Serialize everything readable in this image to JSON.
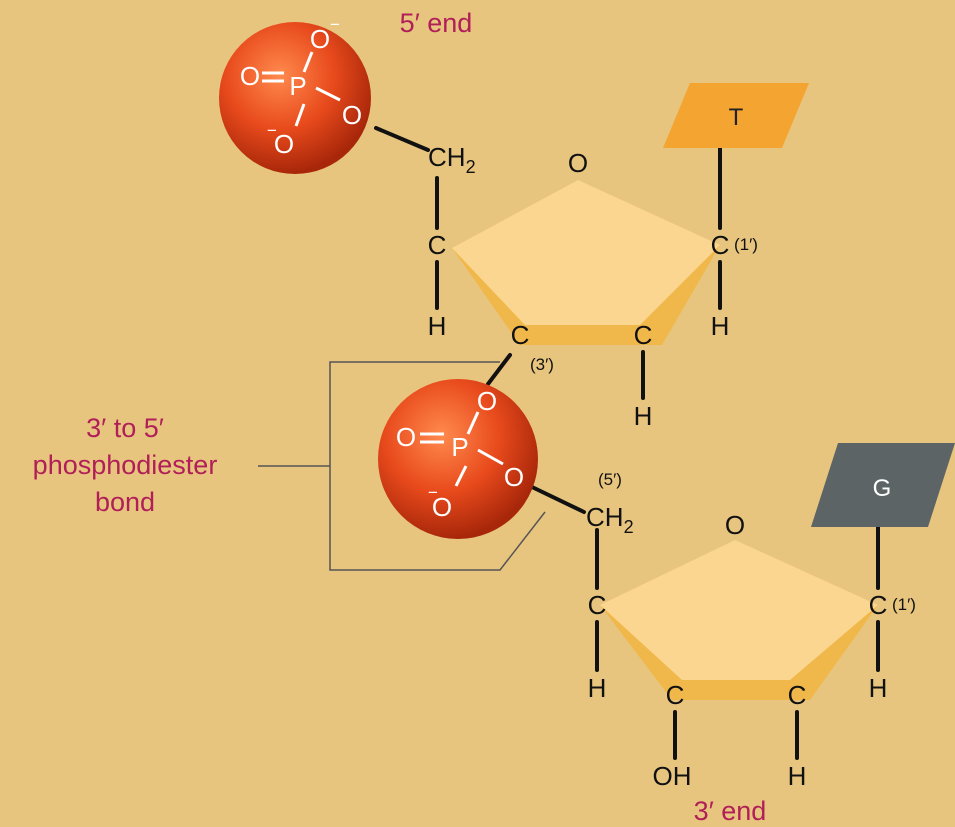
{
  "labels": {
    "five_prime_end": "5′ end",
    "three_prime_end": "3′ end",
    "bond_line1": "3′ to 5′",
    "bond_line2": "phosphodiester",
    "bond_line3": "bond"
  },
  "bases": {
    "top": "T",
    "bottom": "G"
  },
  "atoms": {
    "phosphorus": "P",
    "oxygen": "O",
    "carbon": "C",
    "hydrogen": "H",
    "ch2": "CH",
    "subscript_2": "2",
    "hydroxyl": "OH",
    "minus": "−",
    "equals": "="
  },
  "positions": {
    "one_prime": "(1′)",
    "three_prime": "(3′)",
    "five_prime": "(5′)"
  },
  "colors": {
    "background": "#e8c57e",
    "phosphate": "#e84a1c",
    "sugar": "#fbd690",
    "sugar_edge": "#f0b84a",
    "base_t": "#f4a431",
    "base_g": "#5d6465",
    "label": "#b01f58"
  }
}
